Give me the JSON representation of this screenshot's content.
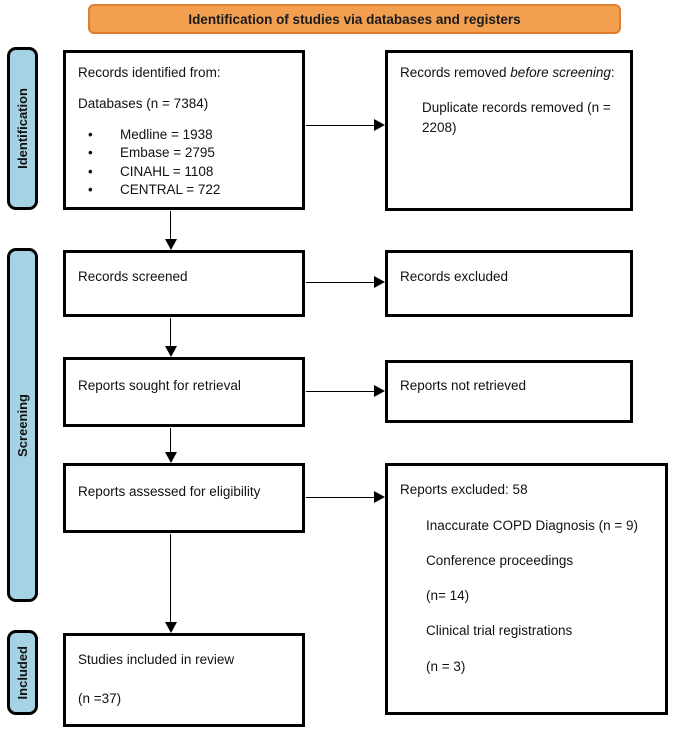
{
  "header": {
    "title": "Identification of studies via databases and registers"
  },
  "colors": {
    "header_bg": "#F2A04F",
    "header_border": "#DE7E2E",
    "stage_bg": "#A6D3E4",
    "box_border": "#000000"
  },
  "stages": [
    {
      "label": "Identification"
    },
    {
      "label": "Screening"
    },
    {
      "label": "Included"
    }
  ],
  "boxes": {
    "records_identified": {
      "line1": "Records identified from:",
      "line2": "Databases (n = 7384)",
      "bullet_glyph": "•",
      "bullets": [
        "Medline = 1938",
        "Embase = 2795",
        "CINAHL = 1108",
        "CENTRAL = 722"
      ]
    },
    "records_removed": {
      "prefix": "Records removed ",
      "italic": "before screening",
      "suffix": ":",
      "detail": "Duplicate records removed (n = 2208)"
    },
    "records_screened": {
      "label": "Records screened"
    },
    "records_excluded": {
      "label": "Records excluded"
    },
    "reports_sought": {
      "label": "Reports sought for retrieval"
    },
    "reports_not_retrieved": {
      "label": "Reports not retrieved"
    },
    "reports_assessed": {
      "label": "Reports assessed for eligibility"
    },
    "reports_excluded": {
      "title": "Reports excluded: 58",
      "reasons": [
        "Inaccurate COPD Diagnosis (n = 9)",
        "Conference proceedings",
        " (n= 14)",
        "Clinical trial registrations",
        "(n = 3)"
      ]
    },
    "studies_included": {
      "line1": "Studies included in review",
      "line2": "(n =37)"
    }
  }
}
